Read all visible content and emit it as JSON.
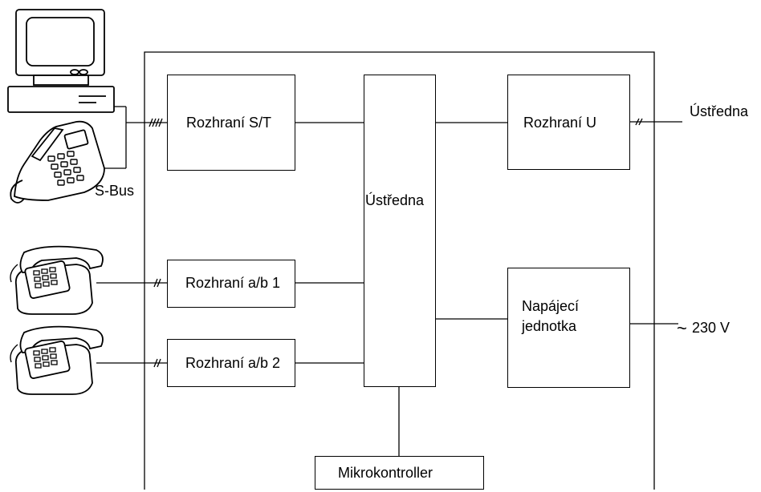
{
  "labels": {
    "interface_st": "Rozhraní S/T",
    "switch_center": "Ústředna",
    "interface_u": "Rozhraní U",
    "exchange": "Ústředna",
    "interface_ab1": "Rozhraní a/b 1",
    "interface_ab2": "Rozhraní a/b 2",
    "power_line1": "Napájecí",
    "power_line2": "jednotka",
    "mains": "230 V",
    "microcontroller": "Mikrokontroller",
    "sbus": "S-Bus"
  }
}
